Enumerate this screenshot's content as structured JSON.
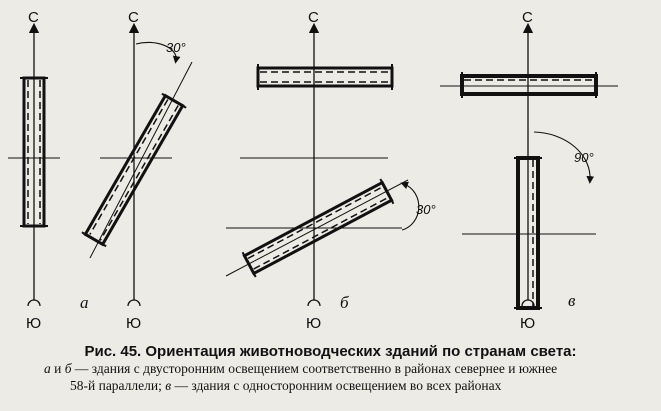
{
  "directions": {
    "north": "С",
    "south": "Ю"
  },
  "angles": {
    "a": "30°",
    "b": "30°",
    "c": "90°"
  },
  "panel_labels": {
    "a": "а",
    "b": "б",
    "c": "в"
  },
  "caption": {
    "title": "Рис. 45. Ориентация животноводческих зданий по странам света:",
    "line2_a": "а",
    "line2_conj": " и ",
    "line2_b": "б",
    "line2_rest": " — здания с двусторонним освещением соответственно в районах севернее и южнее",
    "line3_start": "58-й параллели; ",
    "line3_c": "в",
    "line3_rest": " — здания с односторонним освещением во всех районах"
  }
}
